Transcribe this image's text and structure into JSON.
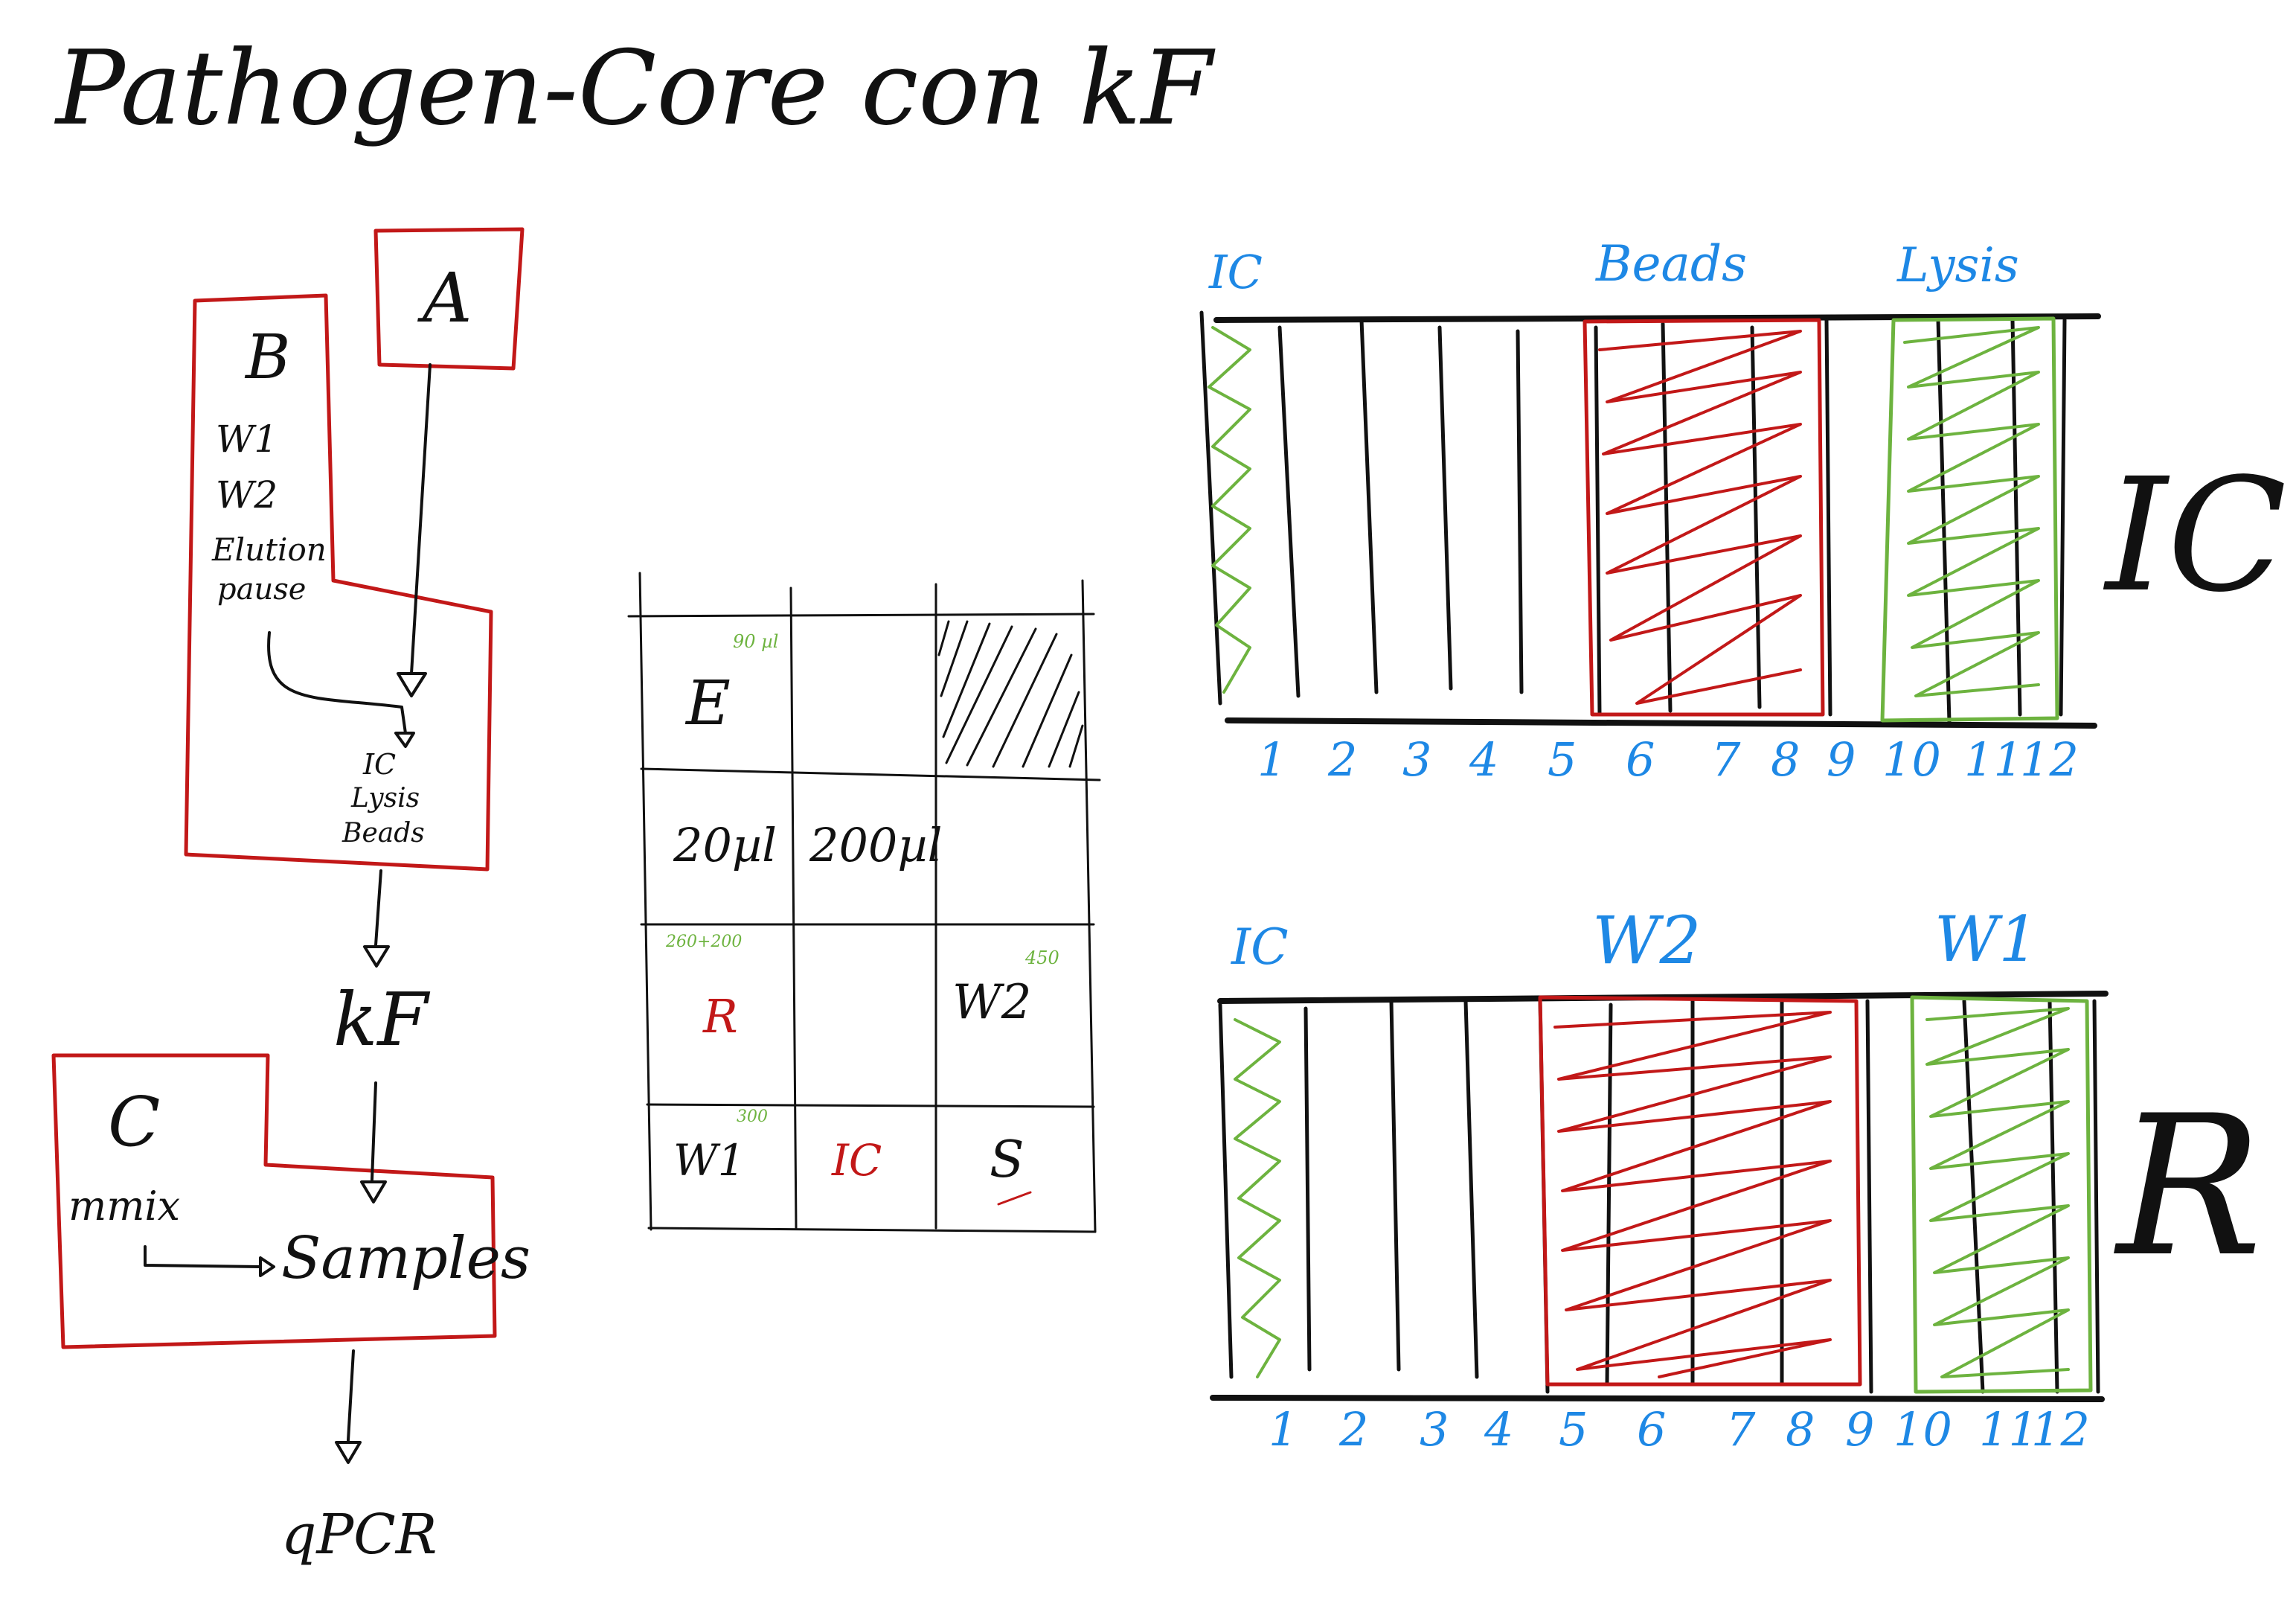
{
  "title": "Pathogen-Core con kF",
  "flow": {
    "box_a": {
      "label": "A"
    },
    "box_b": {
      "label": "B",
      "items": [
        "W1",
        "W2",
        "Elution",
        "pause"
      ]
    },
    "mix_target": [
      "IC",
      "Lysis",
      "Beads"
    ],
    "kf": "kF",
    "box_c": {
      "label": "C",
      "mmix": "mmix",
      "samples": "Samples"
    },
    "end": "qPCR"
  },
  "grid": {
    "cells": [
      {
        "label": "E",
        "note": "90 µl"
      },
      {
        "label": ""
      },
      {
        "label": "",
        "hatched": true
      },
      {
        "label": "20µl"
      },
      {
        "label": "200µl"
      },
      {
        "label": ""
      },
      {
        "label": "R",
        "note": "260+200",
        "color": "red"
      },
      {
        "label": ""
      },
      {
        "label": "W2",
        "note": "450"
      },
      {
        "label": "W1",
        "note": "300"
      },
      {
        "label": "IC",
        "color": "red"
      },
      {
        "label": "S"
      }
    ]
  },
  "plate_ic": {
    "side_label": "IC",
    "top_labels": {
      "left": "IC",
      "middle": "Beads",
      "right": "Lysis"
    },
    "columns": [
      "1",
      "2",
      "3",
      "4",
      "5",
      "6",
      "7",
      "8",
      "9",
      "10",
      "11",
      "12"
    ]
  },
  "plate_r": {
    "side_label": "R",
    "top_labels": {
      "left": "IC",
      "middle": "W2",
      "right": "W1"
    },
    "columns": [
      "1",
      "2",
      "3",
      "4",
      "5",
      "6",
      "7",
      "8",
      "9",
      "10",
      "11",
      "12"
    ]
  },
  "colors": {
    "ink": "#111111",
    "red": "#c21818",
    "green": "#6db33f",
    "blue": "#1e88e5"
  }
}
